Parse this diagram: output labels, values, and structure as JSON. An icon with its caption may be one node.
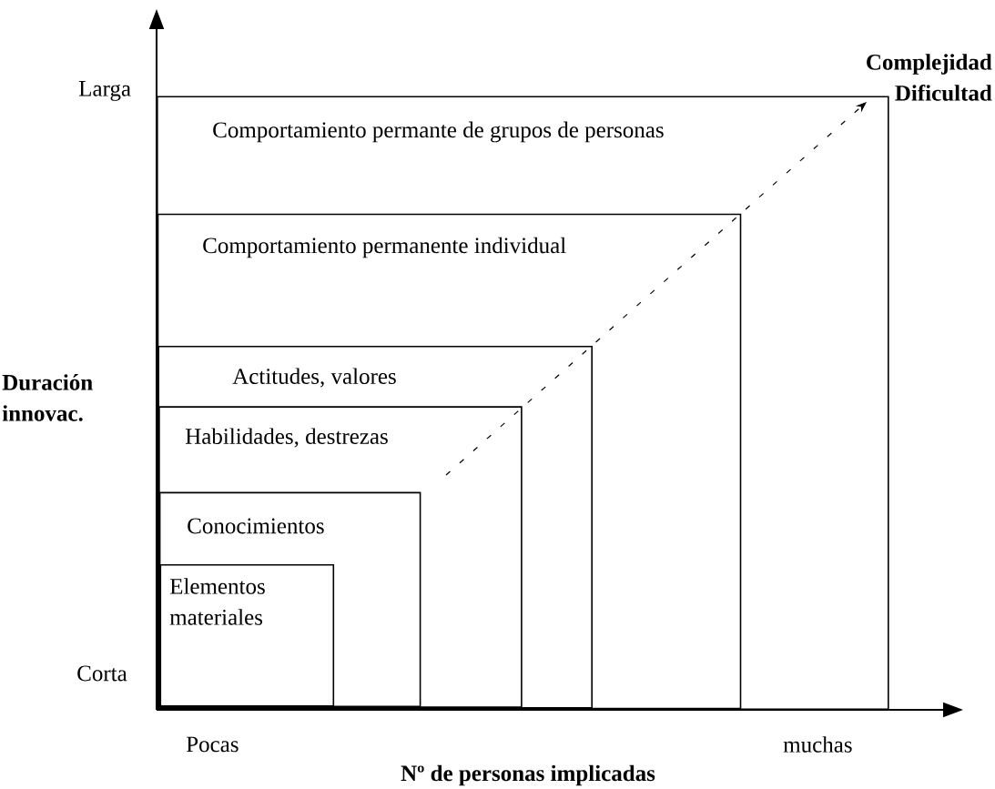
{
  "diagram": {
    "nodes": [
      {
        "text": [
          "Comportamiento permante de grupos de personas"
        ]
      },
      {
        "text": [
          "Comportamiento permanente individual"
        ],
        "in": 0
      },
      {
        "text": [
          "Actitudes, valores"
        ],
        "in": 1
      },
      {
        "text": [
          "Habilidades, destrezas"
        ],
        "in": 2
      },
      {
        "text": [
          "Conocimientos"
        ],
        "in": 3
      },
      {
        "text": [
          "Elementos materiales"
        ],
        "in": 4
      }
    ],
    "labels": [
      "Complejidad Dificultad",
      "Larga",
      "Duración innovac.",
      "Corta",
      "Pocas",
      "muchas",
      "Nº de personas implicadas"
    ]
  }
}
